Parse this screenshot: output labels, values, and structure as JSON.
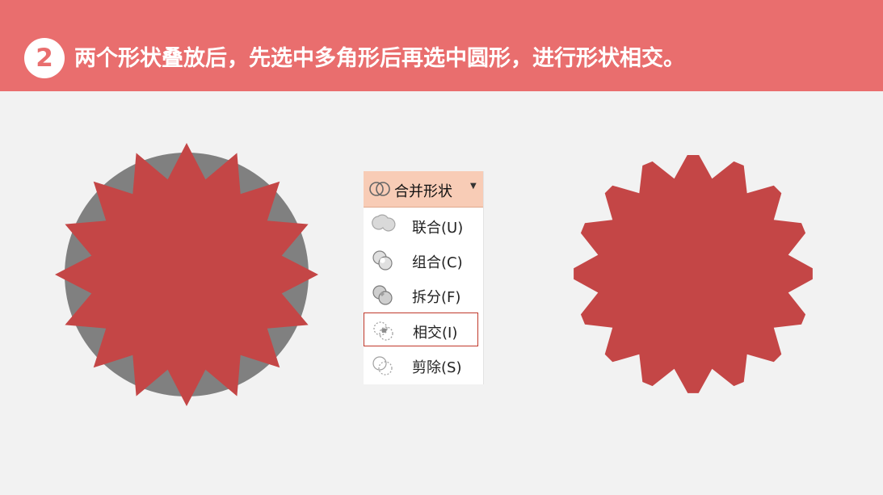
{
  "header": {
    "step_number": "2",
    "instruction": "两个形状叠放后，先选中多角形后再选中圆形，进行形状相交。"
  },
  "menu": {
    "title": "合并形状",
    "items": [
      {
        "label": "联合(U)",
        "icon": "union-icon"
      },
      {
        "label": "组合(C)",
        "icon": "combine-icon"
      },
      {
        "label": "拆分(F)",
        "icon": "fragment-icon"
      },
      {
        "label": "相交(I)",
        "icon": "intersect-icon",
        "highlighted": true
      },
      {
        "label": "剪除(S)",
        "icon": "subtract-icon"
      }
    ]
  },
  "colors": {
    "header_bg": "#e96e6e",
    "shape_red": "#c44646",
    "circle_gray": "#808080",
    "highlight_border": "#c0392b"
  }
}
